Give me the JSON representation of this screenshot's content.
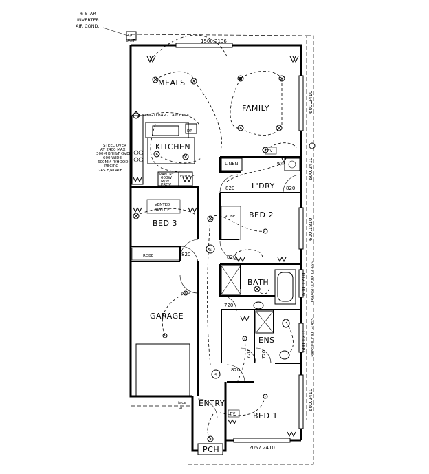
{
  "rooms": {
    "meals": "MEALS",
    "family": "FAMILY",
    "kitchen": "KITCHEN",
    "laundry": "L'DRY",
    "linen": "LINEN",
    "bed2": "BED 2",
    "bed3": "BED 3",
    "bath": "BATH",
    "ens": "ENS",
    "garage": "GARAGE",
    "entry": "ENTRY",
    "bed1": "BED 1",
    "porch": "PCH"
  },
  "labels": {
    "robe_bed2": "ROBE",
    "robe_bed3": "ROBE",
    "vented_skylite_1": "VENTED",
    "vented_skylite_2": "SKYLITE",
    "nbn": "NBN",
    "dr": "DR",
    "tv_family": "T.V",
    "tv_bed1": "T.V",
    "wm": "W/M",
    "face_br_1": "face",
    "face_br_2": "br",
    "pantry_1": "PANTRY",
    "pantry_2": "600W",
    "pantry_3": "M/W",
    "pantry_4": "PROV",
    "fridge": "FRIDGE",
    "hang": "HANG D.BAR - LAW BACK"
  },
  "notes": {
    "aircon_1": "6 STAR",
    "aircon_2": "INVERTER",
    "aircon_3": "AIR COND.",
    "ac_unit": "A/C",
    "ac_unit2": "UNIT",
    "kitchen_1": "STEEL OVER",
    "kitchen_2": "AT 2400 MAX",
    "kitchen_3": "300M B/H&T OVER",
    "kitchen_4": "600 WIDE",
    "kitchen_5": "600MM R/HOOD",
    "kitchen_6": "RECIRC",
    "kitchen_7": "GAS H/PLATE",
    "translucent_1": "TRANSLUCENT GLASS",
    "translucent_2": "TRANSLUCENT GLASS"
  },
  "dimensions": {
    "window_top": "1500.2136",
    "window_family": "600.2410",
    "window_l_dry": "600.2410",
    "window_bed2": "600.1810",
    "window_bath": "600.1210",
    "window_ens": "600.1210",
    "window_bed1": "600.2410",
    "window_bottom": "2057.2410",
    "door_laundry": "820",
    "door_laundry2": "820",
    "door_bed3": "820",
    "door_bed2": "820",
    "door_bath": "720",
    "door_ens1": "720",
    "door_ens2": "720",
    "door_bed1": "820"
  },
  "symbols": {
    "smoke": "S"
  }
}
